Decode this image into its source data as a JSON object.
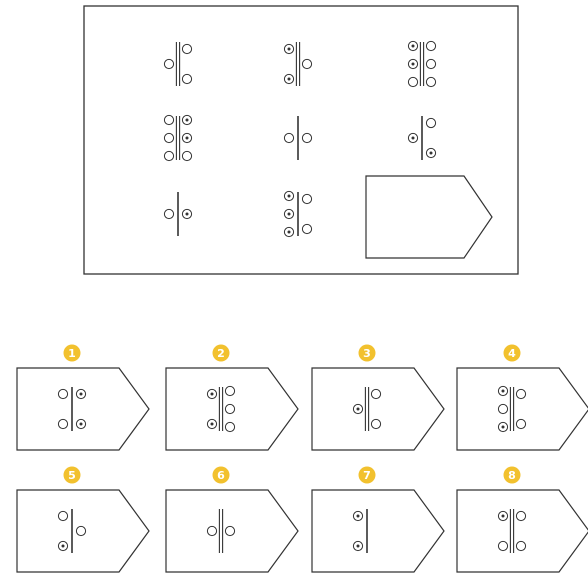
{
  "puzzle": {
    "matrix": [
      {
        "left": [
          "empty"
        ],
        "right": [
          "empty",
          "empty"
        ],
        "bar": "double"
      },
      {
        "left": [
          "dotted",
          "dotted"
        ],
        "right": [
          "empty"
        ],
        "bar": "double"
      },
      {
        "left": [
          "dotted",
          "dotted",
          "empty"
        ],
        "right": [
          "empty",
          "empty",
          "empty"
        ],
        "bar": "double"
      },
      {
        "left": [
          "empty",
          "empty",
          "empty"
        ],
        "right": [
          "dotted",
          "dotted",
          "empty"
        ],
        "bar": "double"
      },
      {
        "left": [
          "empty"
        ],
        "right": [
          "empty"
        ],
        "bar": "single"
      },
      {
        "left": [
          "dotted"
        ],
        "right": [
          "empty",
          "dotted"
        ],
        "bar": "single"
      },
      {
        "left": [
          "empty"
        ],
        "right": [
          "dotted"
        ],
        "bar": "single"
      },
      {
        "left": [
          "dotted",
          "dotted",
          "dotted"
        ],
        "right": [
          "empty",
          "empty"
        ],
        "bar": "single"
      }
    ],
    "options": [
      {
        "number": "1",
        "left": [
          "empty",
          "empty"
        ],
        "right": [
          "dotted",
          "dotted"
        ],
        "bar": "single"
      },
      {
        "number": "2",
        "left": [
          "dotted",
          "dotted"
        ],
        "right": [
          "empty",
          "empty",
          "empty"
        ],
        "bar": "double"
      },
      {
        "number": "3",
        "left": [
          "dotted"
        ],
        "right": [
          "empty",
          "empty"
        ],
        "bar": "double"
      },
      {
        "number": "4",
        "left": [
          "dotted",
          "empty",
          "dotted"
        ],
        "right": [
          "empty",
          "empty"
        ],
        "bar": "double"
      },
      {
        "number": "5",
        "left": [
          "empty",
          "dotted"
        ],
        "right": [
          "empty"
        ],
        "bar": "single"
      },
      {
        "number": "6",
        "left": [
          "empty"
        ],
        "right": [
          "empty"
        ],
        "bar": "double"
      },
      {
        "number": "7",
        "left": [
          "dotted",
          "dotted"
        ],
        "right": [],
        "bar": "single"
      },
      {
        "number": "8",
        "left": [
          "dotted",
          "empty"
        ],
        "right": [
          "empty",
          "empty"
        ],
        "bar": "double"
      }
    ]
  },
  "colors": {
    "stroke": "#333333",
    "badge": "#f2c12e"
  }
}
